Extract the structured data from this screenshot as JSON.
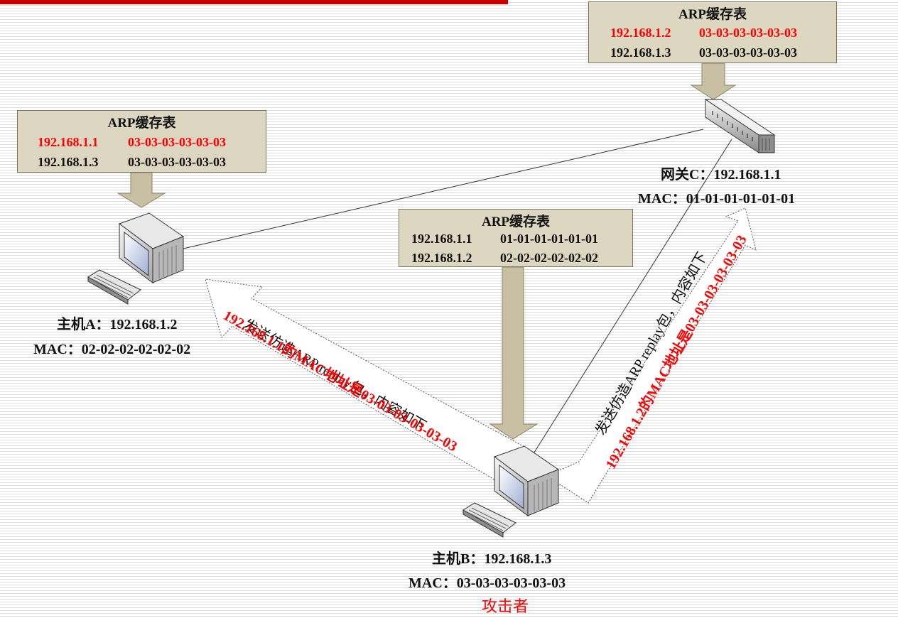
{
  "arp_table_title": "ARP缓存表",
  "gateway_c": {
    "arp_table": [
      {
        "ip": "192.168.1.2",
        "mac": "03-03-03-03-03-03",
        "highlight": true
      },
      {
        "ip": "192.168.1.3",
        "mac": "03-03-03-03-03-03",
        "highlight": false
      }
    ],
    "name_label": "网关C：192.168.1.1",
    "mac_label": "MAC：01-01-01-01-01-01"
  },
  "host_a": {
    "arp_table": [
      {
        "ip": "192.168.1.1",
        "mac": "03-03-03-03-03-03",
        "highlight": true
      },
      {
        "ip": "192.168.1.3",
        "mac": "03-03-03-03-03-03",
        "highlight": false
      }
    ],
    "name_label": "主机A：192.168.1.2",
    "mac_label": "MAC：02-02-02-02-02-02"
  },
  "host_b": {
    "arp_table": [
      {
        "ip": "192.168.1.1",
        "mac": "01-01-01-01-01-01",
        "highlight": false
      },
      {
        "ip": "192.168.1.2",
        "mac": "02-02-02-02-02-02",
        "highlight": false
      }
    ],
    "name_label": "主机B：192.168.1.3",
    "mac_label": "MAC：03-03-03-03-03-03",
    "role_label": "攻击者"
  },
  "arrow_to_a": {
    "line1": "发送仿造ARP replay包，内容如下",
    "line2": "192.168.1.1的MAC地址是03-03-03-03-03-03"
  },
  "arrow_to_c": {
    "line1": "发送仿造ARP replay包，内容如下",
    "line2": "192.168.1.2的MAC地址是03-03-03-03-03-03"
  },
  "colors": {
    "accent_red": "#ff0000",
    "box_fill": "#ddd7c1",
    "down_arrow_fill": "#c9c0a3"
  }
}
